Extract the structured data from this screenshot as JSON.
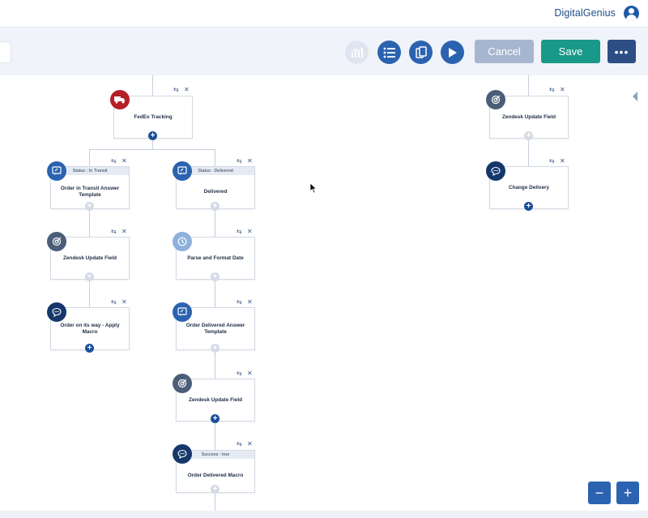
{
  "header": {
    "brand": "DigitalGenius"
  },
  "toolbar": {
    "cancel_label": "Cancel",
    "save_label": "Save",
    "more_label": "•••"
  },
  "flow": {
    "nodes": [
      {
        "id": "fedex",
        "label": "FedEx Tracking",
        "tag": ""
      },
      {
        "id": "transit",
        "label": "Order in Transit Answer Template",
        "tag": "Status : In Transit"
      },
      {
        "id": "delivered",
        "label": "Delivered",
        "tag": "Status : Delivered"
      },
      {
        "id": "zendesk1",
        "label": "Zendesk Update Field",
        "tag": ""
      },
      {
        "id": "parse",
        "label": "Parse and Format Date",
        "tag": ""
      },
      {
        "id": "onway",
        "label": "Order on its way - Apply Macro",
        "tag": ""
      },
      {
        "id": "deliveredtpl",
        "label": "Order Delivered Answer Template",
        "tag": ""
      },
      {
        "id": "zendesk2",
        "label": "Zendesk Update Field",
        "tag": ""
      },
      {
        "id": "macro",
        "label": "Order Delivered Macro",
        "tag": "Success : true"
      },
      {
        "id": "zendesk3",
        "label": "Zendesk Update Field",
        "tag": ""
      },
      {
        "id": "change",
        "label": "Change Delivery",
        "tag": ""
      }
    ]
  },
  "zoom": {
    "out_label": "−",
    "in_label": "+"
  }
}
